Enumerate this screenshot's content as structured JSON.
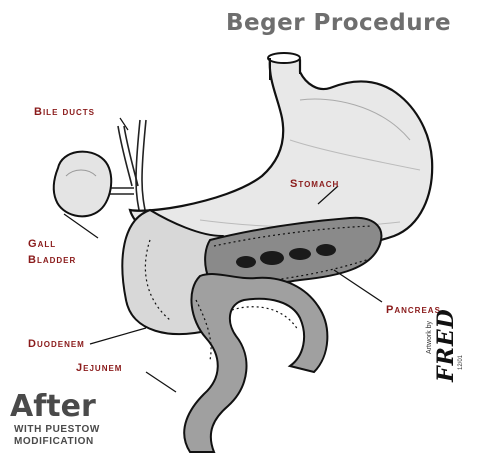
{
  "title": "Beger Procedure",
  "labels": {
    "bile_ducts": "Bile Ducts",
    "gall": "Gall",
    "bladder": "Bladder",
    "stomach": "Stomach",
    "pancreas": "Pancreas",
    "duodenem": "Duodenem",
    "jejunem": "Jejunem"
  },
  "caption": {
    "after": "After",
    "line1": "WITH PUESTOW",
    "line2": "MODIFICATION"
  },
  "credit": {
    "artwork_by": "Artwork by",
    "signature": "FRED",
    "date": "12/01"
  },
  "colors": {
    "title": "#6e6e6e",
    "label": "#8a1a1a",
    "organ_fill": "#e6e6e6",
    "organ_shade": "#c8c8c8",
    "bowel_fill": "#9a9a9a",
    "pancreas_fill": "#7a7a7a",
    "outline": "#111111"
  }
}
